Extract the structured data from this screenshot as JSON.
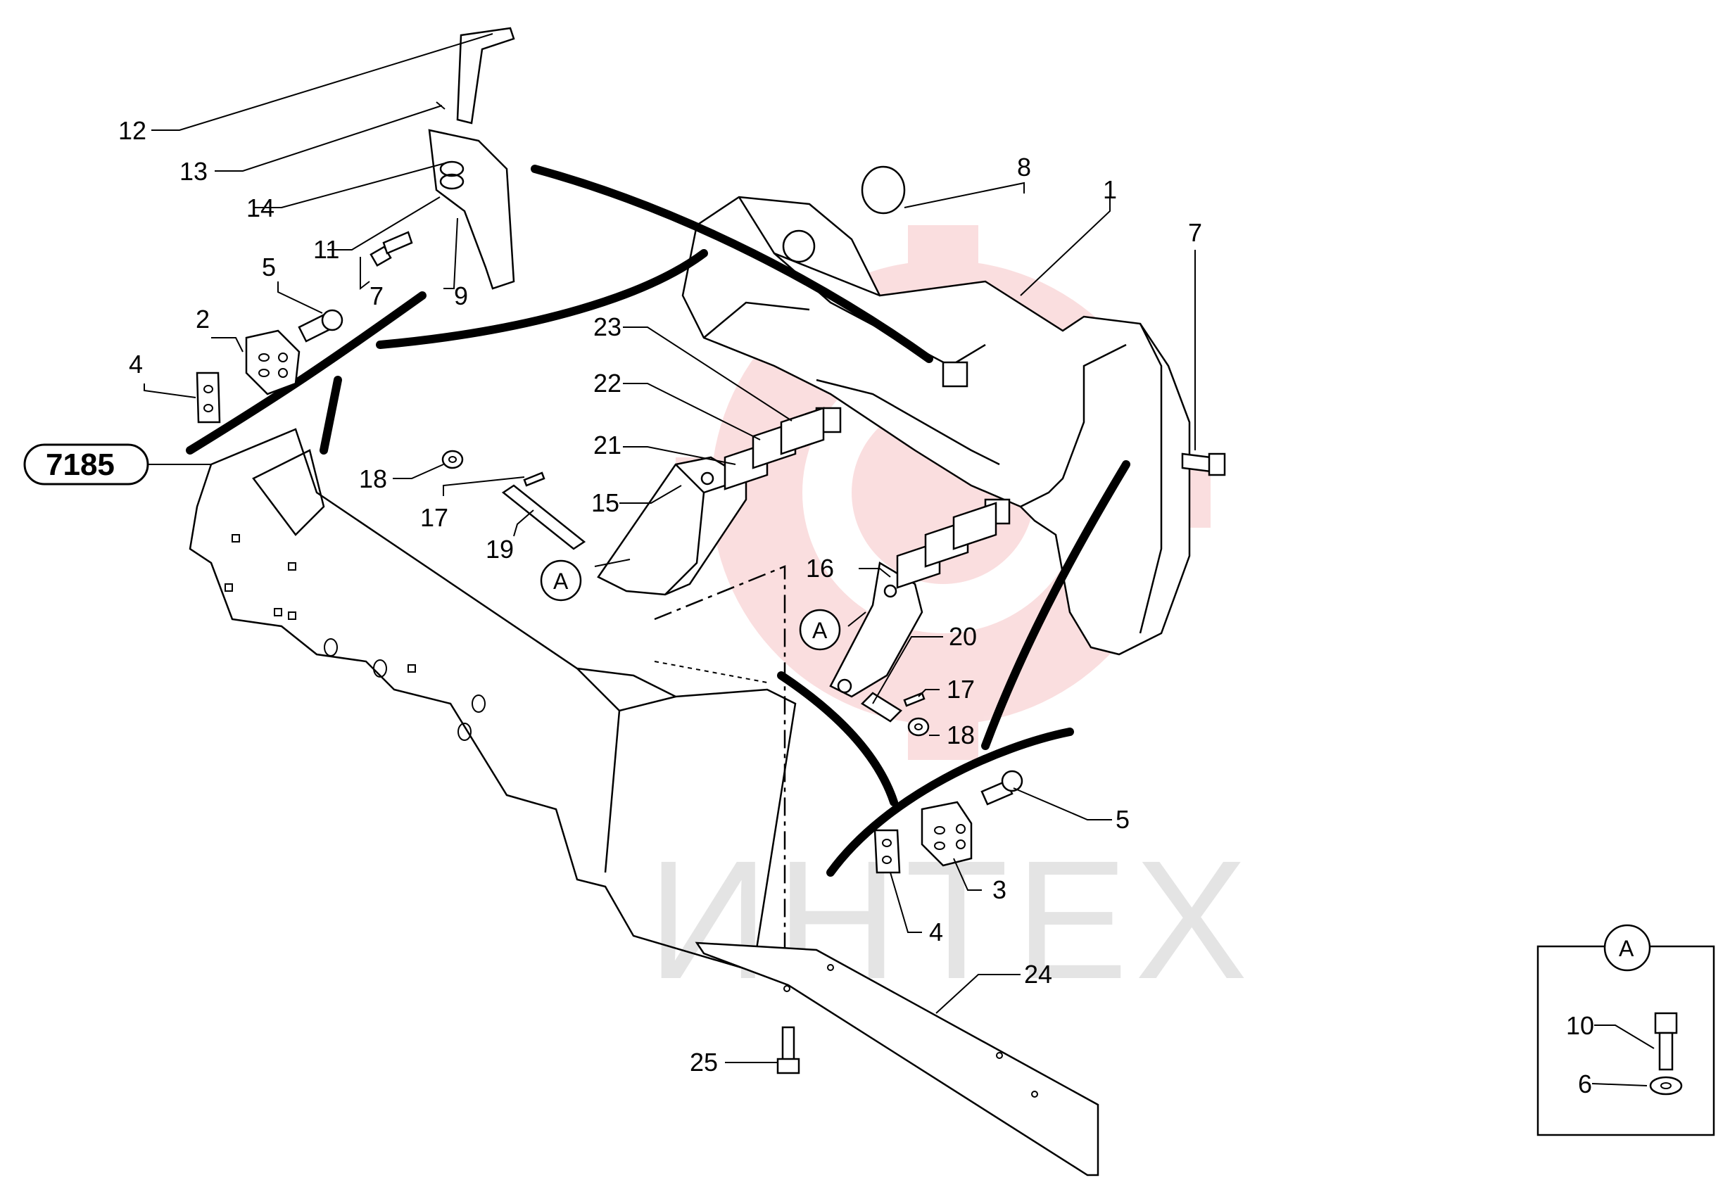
{
  "watermark": {
    "text": "ИНТЕХ",
    "color": "#e3393c"
  },
  "reference": {
    "label": "7185"
  },
  "detail_A": {
    "title": "A",
    "labels": {
      "screw": "10",
      "washer": "6"
    }
  },
  "callouts": {
    "a1": "A",
    "a2": "A"
  },
  "labels": {
    "l1": "1",
    "l2": "2",
    "l3": "3",
    "l4a": "4",
    "l4b": "4",
    "l5a": "5",
    "l5b": "5",
    "l7a": "7",
    "l7b": "7",
    "l8": "8",
    "l9": "9",
    "l11": "11",
    "l12": "12",
    "l13": "13",
    "l14": "14",
    "l15": "15",
    "l16": "16",
    "l17a": "17",
    "l17b": "17",
    "l18a": "18",
    "l18b": "18",
    "l19": "19",
    "l20": "20",
    "l21": "21",
    "l22": "22",
    "l23": "23",
    "l24": "24",
    "l25": "25"
  }
}
